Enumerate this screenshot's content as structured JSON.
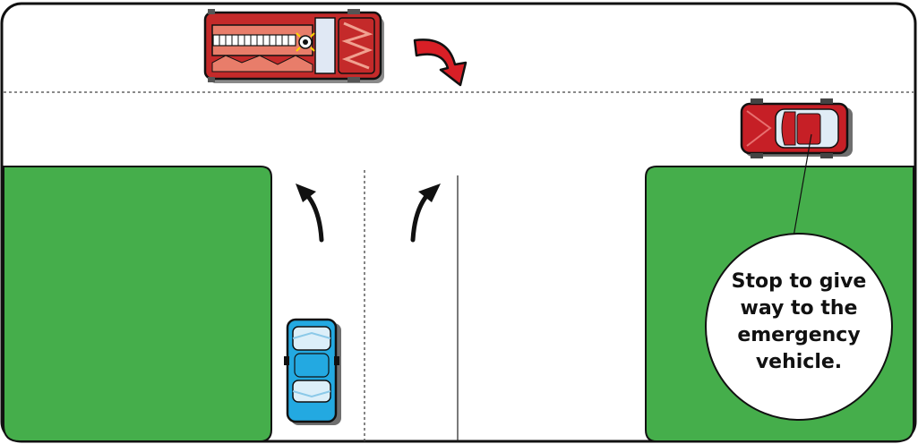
{
  "callout": {
    "lines": [
      "Stop to give",
      "way to the",
      "emergency",
      "vehicle."
    ]
  },
  "colors": {
    "grass": "#45AE4B",
    "fire_truck": "#C42A2A",
    "red_car": "#C61F26",
    "blue_car": "#23A9E1",
    "turn_arrow": "#D81F26",
    "outline": "#111111"
  },
  "vehicles": [
    {
      "name": "fire truck",
      "icon": "fire-truck-icon"
    },
    {
      "name": "red car",
      "icon": "red-car-icon"
    },
    {
      "name": "blue car",
      "icon": "blue-car-icon"
    }
  ]
}
